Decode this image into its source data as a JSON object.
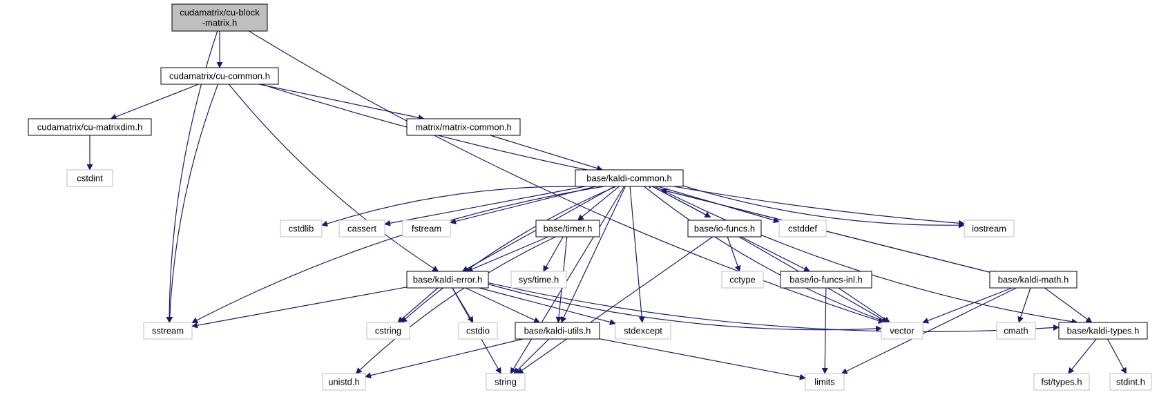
{
  "edge_color": "#191970",
  "nodes": [
    {
      "id": "cu-block-matrix",
      "label": [
        "cudamatrix/cu-block",
        "-matrix.h"
      ],
      "kind": "main"
    },
    {
      "id": "cu-common",
      "label": [
        "cudamatrix/cu-common.h"
      ],
      "kind": "local"
    },
    {
      "id": "cu-matrixdim",
      "label": [
        "cudamatrix/cu-matrixdim.h"
      ],
      "kind": "local"
    },
    {
      "id": "matrix-common",
      "label": [
        "matrix/matrix-common.h"
      ],
      "kind": "local"
    },
    {
      "id": "cstdint",
      "label": [
        "cstdint"
      ],
      "kind": "system"
    },
    {
      "id": "kaldi-common",
      "label": [
        "base/kaldi-common.h"
      ],
      "kind": "local"
    },
    {
      "id": "cstdlib",
      "label": [
        "cstdlib"
      ],
      "kind": "system"
    },
    {
      "id": "cassert",
      "label": [
        "cassert"
      ],
      "kind": "system"
    },
    {
      "id": "fstream",
      "label": [
        "fstream"
      ],
      "kind": "system"
    },
    {
      "id": "timer",
      "label": [
        "base/timer.h"
      ],
      "kind": "local"
    },
    {
      "id": "io-funcs",
      "label": [
        "base/io-funcs.h"
      ],
      "kind": "local"
    },
    {
      "id": "cstddef",
      "label": [
        "cstddef"
      ],
      "kind": "system"
    },
    {
      "id": "iostream",
      "label": [
        "iostream"
      ],
      "kind": "system"
    },
    {
      "id": "sys-time",
      "label": [
        "sys/time.h"
      ],
      "kind": "system"
    },
    {
      "id": "kaldi-error",
      "label": [
        "base/kaldi-error.h"
      ],
      "kind": "local"
    },
    {
      "id": "cctype",
      "label": [
        "cctype"
      ],
      "kind": "system"
    },
    {
      "id": "io-funcs-inl",
      "label": [
        "base/io-funcs-inl.h"
      ],
      "kind": "local"
    },
    {
      "id": "kaldi-math",
      "label": [
        "base/kaldi-math.h"
      ],
      "kind": "local"
    },
    {
      "id": "sstream",
      "label": [
        "sstream"
      ],
      "kind": "system"
    },
    {
      "id": "cstring",
      "label": [
        "cstring"
      ],
      "kind": "system"
    },
    {
      "id": "cstdio",
      "label": [
        "cstdio"
      ],
      "kind": "system"
    },
    {
      "id": "kaldi-utils",
      "label": [
        "base/kaldi-utils.h"
      ],
      "kind": "local"
    },
    {
      "id": "stdexcept",
      "label": [
        "stdexcept"
      ],
      "kind": "system"
    },
    {
      "id": "vector",
      "label": [
        "vector"
      ],
      "kind": "system"
    },
    {
      "id": "cmath",
      "label": [
        "cmath"
      ],
      "kind": "system"
    },
    {
      "id": "kaldi-types",
      "label": [
        "base/kaldi-types.h"
      ],
      "kind": "local"
    },
    {
      "id": "unistd",
      "label": [
        "unistd.h"
      ],
      "kind": "system"
    },
    {
      "id": "string",
      "label": [
        "string"
      ],
      "kind": "system"
    },
    {
      "id": "limits",
      "label": [
        "limits"
      ],
      "kind": "system"
    },
    {
      "id": "fst-types",
      "label": [
        "fst/types.h"
      ],
      "kind": "system"
    },
    {
      "id": "stdint",
      "label": [
        "stdint.h"
      ],
      "kind": "system"
    }
  ],
  "edges": [
    [
      "cu-block-matrix",
      "cu-common"
    ],
    [
      "cu-block-matrix",
      "sstream"
    ],
    [
      "cu-block-matrix",
      "vector"
    ],
    [
      "cu-common",
      "cu-matrixdim"
    ],
    [
      "cu-common",
      "matrix-common"
    ],
    [
      "cu-common",
      "iostream"
    ],
    [
      "cu-common",
      "sstream"
    ],
    [
      "cu-common",
      "kaldi-error"
    ],
    [
      "cu-matrixdim",
      "cstdint"
    ],
    [
      "matrix-common",
      "kaldi-common"
    ],
    [
      "kaldi-common",
      "cstdlib"
    ],
    [
      "kaldi-common",
      "cassert"
    ],
    [
      "kaldi-common",
      "fstream"
    ],
    [
      "kaldi-common",
      "timer"
    ],
    [
      "kaldi-common",
      "io-funcs"
    ],
    [
      "kaldi-common",
      "cstddef"
    ],
    [
      "kaldi-common",
      "iostream"
    ],
    [
      "kaldi-common",
      "kaldi-math"
    ],
    [
      "kaldi-common",
      "kaldi-types"
    ],
    [
      "kaldi-common",
      "vector"
    ],
    [
      "kaldi-common",
      "stdexcept"
    ],
    [
      "kaldi-common",
      "kaldi-utils"
    ],
    [
      "kaldi-common",
      "cstring"
    ],
    [
      "kaldi-common",
      "kaldi-error"
    ],
    [
      "kaldi-common",
      "sstream"
    ],
    [
      "kaldi-common",
      "string"
    ],
    [
      "io-funcs",
      "kaldi-common"
    ],
    [
      "kaldi-math",
      "kaldi-common"
    ],
    [
      "timer",
      "kaldi-error"
    ],
    [
      "timer",
      "sys-time"
    ],
    [
      "timer",
      "kaldi-utils"
    ],
    [
      "timer",
      "unistd"
    ],
    [
      "io-funcs",
      "cctype"
    ],
    [
      "io-funcs",
      "io-funcs-inl"
    ],
    [
      "io-funcs",
      "vector"
    ],
    [
      "io-funcs",
      "string"
    ],
    [
      "io-funcs-inl",
      "vector"
    ],
    [
      "io-funcs-inl",
      "limits"
    ],
    [
      "kaldi-error",
      "sstream"
    ],
    [
      "kaldi-error",
      "cstring"
    ],
    [
      "kaldi-error",
      "cstdio"
    ],
    [
      "kaldi-error",
      "kaldi-utils"
    ],
    [
      "kaldi-error",
      "stdexcept"
    ],
    [
      "kaldi-error",
      "vector"
    ],
    [
      "kaldi-error",
      "kaldi-types"
    ],
    [
      "kaldi-error",
      "string"
    ],
    [
      "kaldi-math",
      "vector"
    ],
    [
      "kaldi-math",
      "cmath"
    ],
    [
      "kaldi-math",
      "kaldi-types"
    ],
    [
      "kaldi-math",
      "limits"
    ],
    [
      "kaldi-utils",
      "unistd"
    ],
    [
      "kaldi-utils",
      "string"
    ],
    [
      "kaldi-utils",
      "limits"
    ],
    [
      "kaldi-types",
      "fst-types"
    ],
    [
      "kaldi-types",
      "stdint"
    ]
  ]
}
